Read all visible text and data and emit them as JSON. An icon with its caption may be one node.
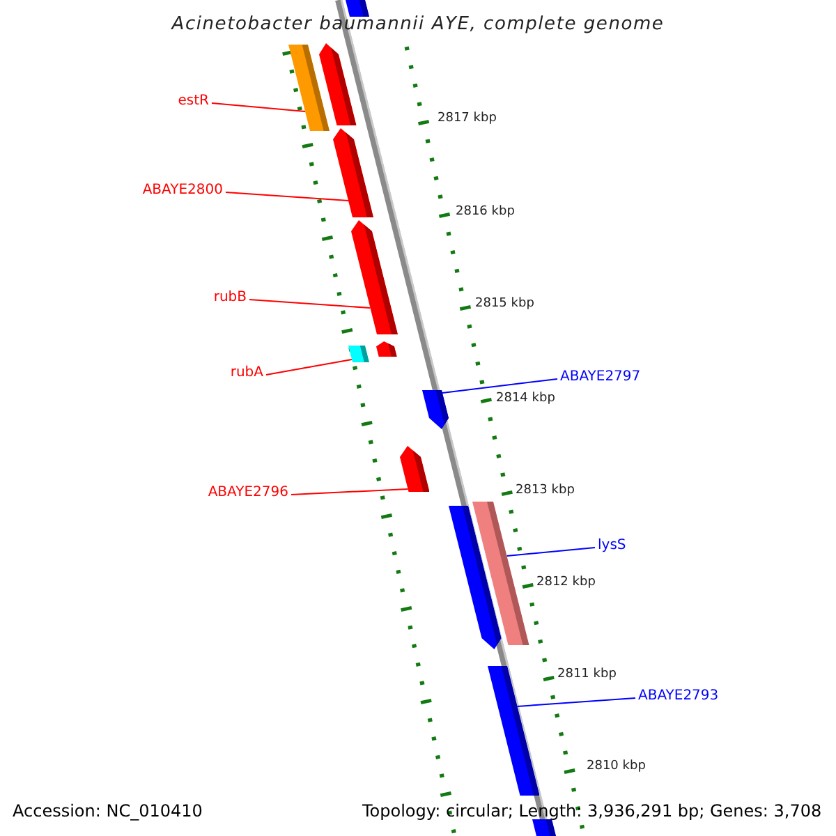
{
  "diagram": {
    "title": "Acinetobacter baumannii AYE, complete genome",
    "nodes": [
      {
        "text": [
          "estR"
        ]
      },
      {
        "text": [
          "ABAYE2800"
        ]
      },
      {
        "text": [
          "rubB"
        ]
      },
      {
        "text": [
          "rubA"
        ]
      },
      {
        "text": [
          "ABAYE2797"
        ]
      },
      {
        "text": [
          "ABAYE2796"
        ]
      },
      {
        "text": [
          "lysS"
        ]
      },
      {
        "text": [
          "ABAYE2793"
        ]
      },
      {
        "text": [],
        "shape": "bar"
      },
      {
        "text": [],
        "shape": "bar"
      },
      {
        "text": [],
        "shape": "bar"
      },
      {
        "text": [],
        "shape": "bar"
      },
      {
        "text": [],
        "shape": "bar"
      },
      {
        "text": [],
        "shape": "bar"
      },
      {
        "text": [],
        "shape": "bar"
      },
      {
        "text": [],
        "shape": "bar"
      },
      {
        "text": [],
        "shape": "bar"
      },
      {
        "text": [],
        "shape": "bar"
      },
      {
        "text": [],
        "shape": "bar"
      },
      {
        "text": [],
        "shape": "bar"
      },
      {
        "text": [],
        "shape": "bar"
      }
    ],
    "edges": [
      {
        "from": 0,
        "to": 9,
        "arrow": "none"
      },
      {
        "from": 1,
        "to": 11,
        "arrow": "none"
      },
      {
        "from": 2,
        "to": 12,
        "arrow": "none"
      },
      {
        "from": 3,
        "to": 13,
        "arrow": "none"
      },
      {
        "from": 4,
        "to": 15,
        "arrow": "none",
        "color": "#0000ff"
      },
      {
        "from": 5,
        "to": 16,
        "arrow": "none"
      },
      {
        "from": 6,
        "to": 18,
        "arrow": "none",
        "color": "#0000ff"
      },
      {
        "from": 7,
        "to": 19,
        "arrow": "none",
        "color": "#0000ff"
      }
    ],
    "labels": [
      "2817 kbp",
      "2816 kbp",
      "2815 kbp",
      "2814 kbp",
      "2813 kbp",
      "2812 kbp",
      "2811 kbp",
      "2810 kbp",
      "Accession: NC_010410",
      "Topology: circular; Length: 3,936,291 bp; Genes: 3,708"
    ]
  }
}
